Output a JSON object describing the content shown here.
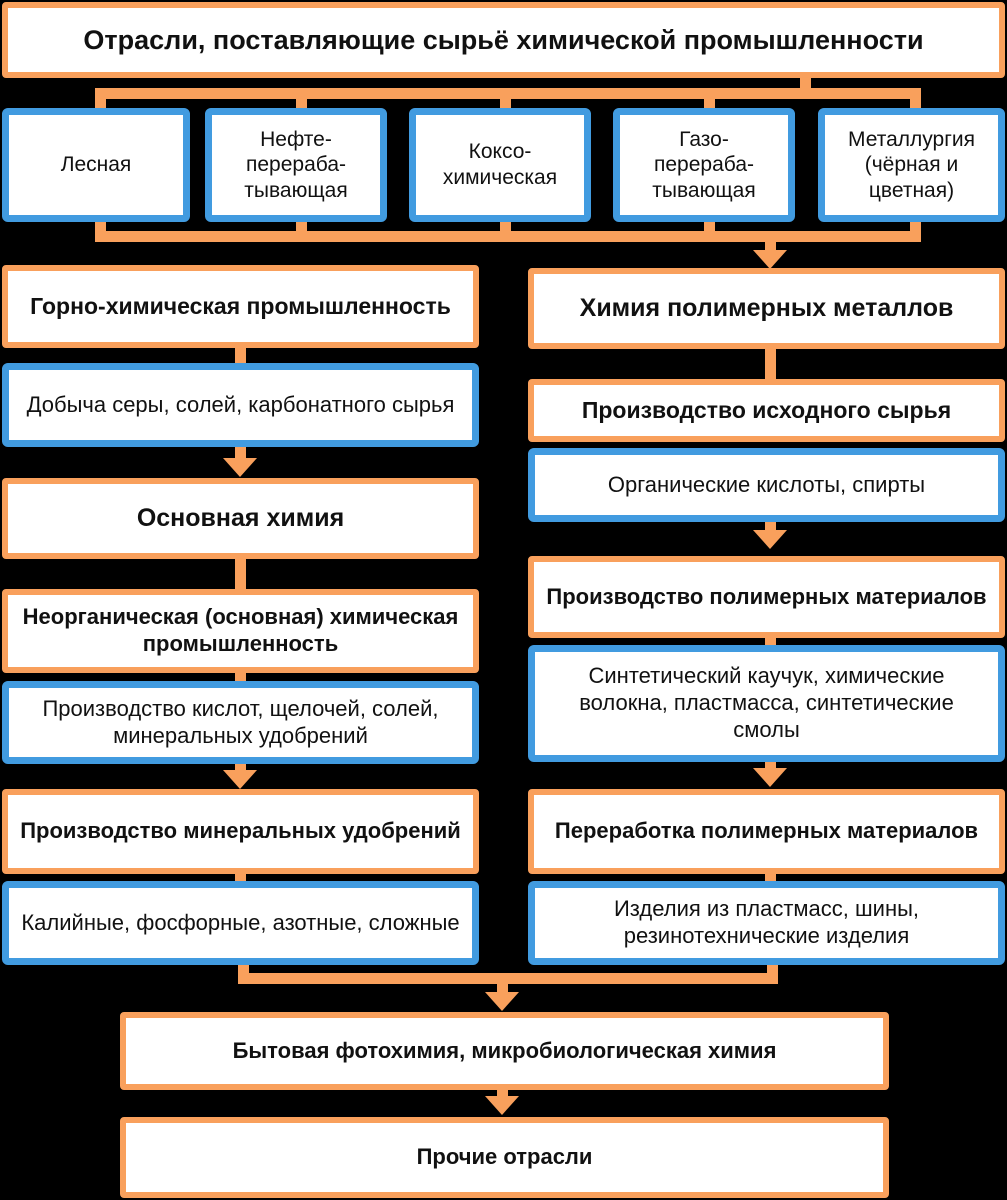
{
  "diagram": {
    "title_box": {
      "label": "Отрасли, поставляющие сырьё химической промышленности"
    },
    "suppliers": [
      {
        "label": "Лесная"
      },
      {
        "label": "Нефте-\nперераба-\nтывающая"
      },
      {
        "label": "Коксо-\nхимическая"
      },
      {
        "label": "Газо-\nперераба-\nтывающая"
      },
      {
        "label": "Металлургия\n(чёрная и\nцветная)"
      }
    ],
    "left_column": [
      {
        "label": "Горно-химическая промышленность",
        "style": "header"
      },
      {
        "label": "Добыча серы, солей, карбонатного сырья",
        "style": "detail"
      },
      {
        "label": "Основная химия",
        "style": "header"
      },
      {
        "label": "Неорганическая (основная) химическая промышленность",
        "style": "header"
      },
      {
        "label": "Производство кислот, щелочей, солей, минеральных удобрений",
        "style": "detail"
      },
      {
        "label": "Производство минеральных удобрений",
        "style": "header"
      },
      {
        "label": "Калийные, фосфорные, азотные, сложные",
        "style": "detail"
      }
    ],
    "right_column": [
      {
        "label": "Химия полимерных металлов",
        "style": "header"
      },
      {
        "label": "Производство исходного сырья",
        "style": "header"
      },
      {
        "label": "Органические кислоты, спирты",
        "style": "detail"
      },
      {
        "label": "Производство полимерных материалов",
        "style": "header"
      },
      {
        "label": "Синтетический каучук, химические волокна, пластмасса, синтетические смолы",
        "style": "detail"
      },
      {
        "label": "Переработка полимерных материалов",
        "style": "header"
      },
      {
        "label": "Изделия из пластмасс, шины, резинотехнические изделия",
        "style": "detail"
      }
    ],
    "footer": [
      {
        "label": "Бытовая фотохимия, микробиологическая химия"
      },
      {
        "label": "Прочие отрасли"
      }
    ],
    "colors": {
      "accent_orange": "#F9A05C",
      "accent_blue": "#419BE0",
      "background": "#000000",
      "box_fill": "#FFFFFF",
      "text": "#111111"
    }
  }
}
